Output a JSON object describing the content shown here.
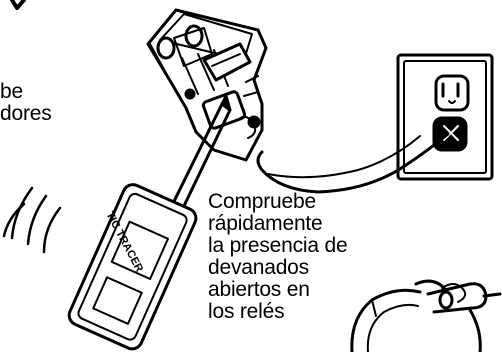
{
  "left_caption": {
    "lines": [
      "be",
      "dores"
    ]
  },
  "right_caption": {
    "lines": [
      "Compruebe",
      "rápidamente",
      "la presencia de",
      "devanados",
      "abiertos en",
      "los relés"
    ]
  },
  "device_label": "TIC TRACER"
}
